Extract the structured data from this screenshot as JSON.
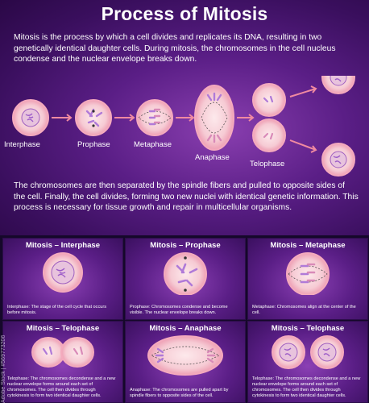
{
  "title": "Process of Mitosis",
  "intro": "Mitosis is the process by which a cell divides and replicates its DNA, resulting in two genetically identical daughter cells. During mitosis, the chromosomes in the cell nucleus condense and the nuclear envelope breaks down.",
  "outro": "The chromosomes are then separated by the spindle fibers and pulled to opposite sides of the cell. Finally, the cell divides, forming two new nuclei with identical genetic information. This process is necessary for tissue growth and repair in multicellular organisms.",
  "stages": [
    "Interphase",
    "Prophase",
    "Metaphase",
    "Anaphase",
    "Telophase"
  ],
  "panels": [
    {
      "title": "Mitosis – Interphase",
      "desc": "Interphase: The stage of the cell cycle that occurs before mitosis."
    },
    {
      "title": "Mitosis – Prophase",
      "desc": "Prophase: Chromosomes condense and become visible. The nuclear envelope breaks down."
    },
    {
      "title": "Mitosis – Metaphase",
      "desc": "Metaphase: Chromosomes align at the center of the cell."
    },
    {
      "title": "Mitosis – Telophase",
      "desc": "Telophase: The chromosomes decondense and a new nuclear envelope forms around each set of chromosomes. The cell then divides through cytokinesis to form two identical daughter cells."
    },
    {
      "title": "Mitosis – Anaphase",
      "desc": "Anaphase: The chromosomes are pulled apart by spindle fibers to opposite sides of the cell."
    },
    {
      "title": "Mitosis – Telophase",
      "desc": "Telophase: The chromosomes decondense and a new nuclear envelope forms around each set of chromosomes. The cell then divides through cytokinesis to form two identical daughter cells."
    }
  ],
  "watermark": "Adobe Stock | #569773206",
  "colors": {
    "cell_fill": "#f6d2d8",
    "cell_edge": "#f2a0b4",
    "chromosome": "#b07ad8",
    "arrow": "#f08aa0"
  }
}
